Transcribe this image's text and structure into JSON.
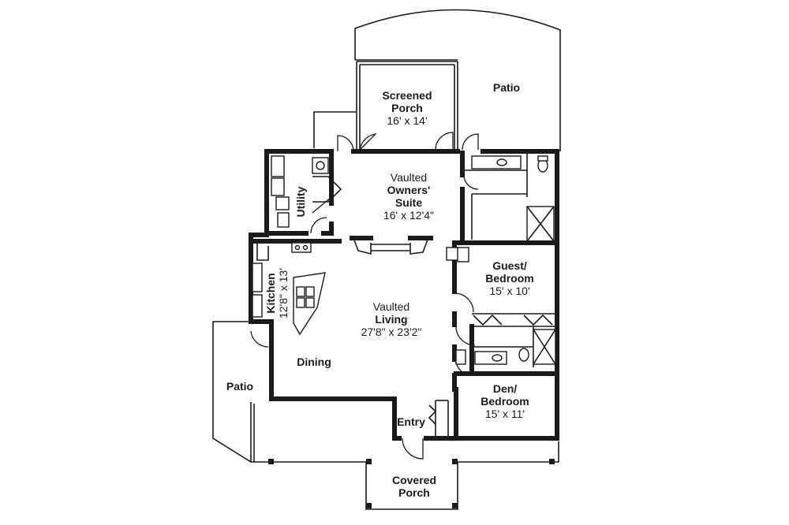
{
  "rooms": {
    "patio_top": {
      "name": "Patio"
    },
    "screened_porch": {
      "name_line1": "Screened",
      "name_line2": "Porch",
      "size": "16' x 14'"
    },
    "owners_suite": {
      "name_line1": "Vaulted",
      "name_line2": "Owners'",
      "name_line3": "Suite",
      "size": "16' x 12'4\""
    },
    "utility": {
      "name": "Utility"
    },
    "kitchen": {
      "name": "Kitchen",
      "size": "12'8\" x 13'"
    },
    "living": {
      "name_line1": "Vaulted",
      "name_line2": "Living",
      "size": "27'8\" x 23'2\""
    },
    "guest_bedroom": {
      "name_line1": "Guest/",
      "name_line2": "Bedroom",
      "size": "15' x 10'"
    },
    "dining": {
      "name": "Dining"
    },
    "patio_left": {
      "name": "Patio"
    },
    "entry": {
      "name": "Entry"
    },
    "den_bedroom": {
      "name_line1": "Den/",
      "name_line2": "Bedroom",
      "size": "15' x 11'"
    },
    "covered_porch": {
      "name_line1": "Covered",
      "name_line2": "Porch"
    }
  },
  "colors": {
    "ink": "#1a1a1a",
    "background": "#ffffff"
  }
}
